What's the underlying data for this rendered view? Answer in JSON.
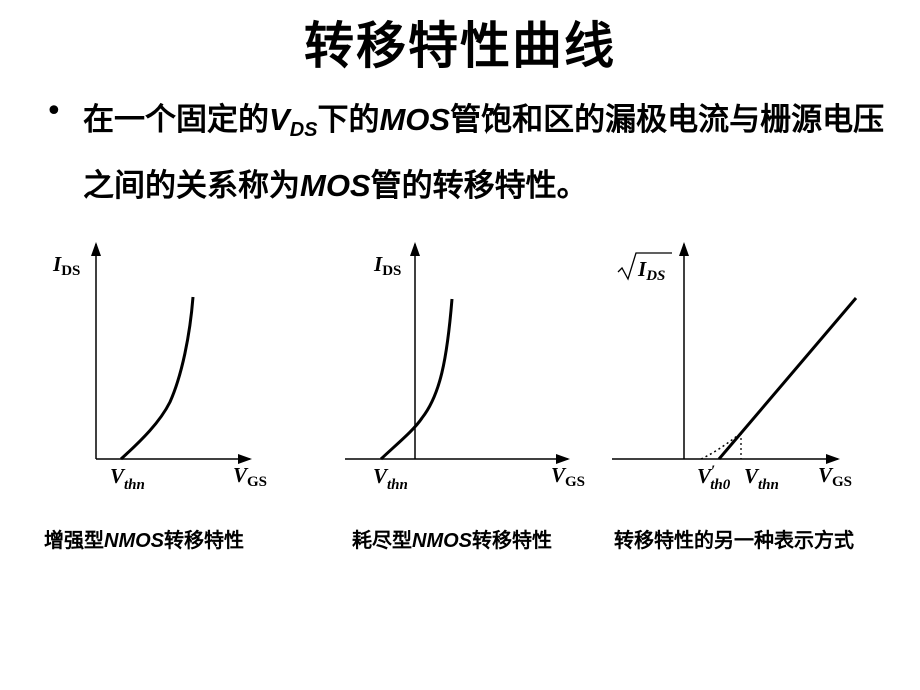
{
  "title": "转移特性曲线",
  "bullet": {
    "p1": "在一个固定的",
    "v": "V",
    "ds": "DS",
    "p2": "下的",
    "mos1": "MOS",
    "p3": "管饱和区的漏极电流与栅源电压之间的关系称为",
    "mos2": "MOS",
    "p4": "管的转移特性。"
  },
  "graphs": [
    {
      "y_axis": {
        "main": "I",
        "sub": "DS"
      },
      "x_axis": {
        "main": "V",
        "sub": "GS"
      },
      "tick": {
        "main": "V",
        "sub": "thn"
      },
      "caption": {
        "pre": "增强型",
        "em": "NMOS",
        "post": "转移特性"
      }
    },
    {
      "y_axis": {
        "main": "I",
        "sub": "DS"
      },
      "x_axis": {
        "main": "V",
        "sub": "GS"
      },
      "tick": {
        "main": "V",
        "sub": "thn"
      },
      "caption": {
        "pre": "耗尽型",
        "em": "NMOS",
        "post": "转移特性"
      }
    },
    {
      "y_axis": {
        "main": "I",
        "sub": "DS"
      },
      "x_axis": {
        "main": "V",
        "sub": "GS"
      },
      "tick1": {
        "main": "V",
        "prime": "′",
        "sub": "th0"
      },
      "tick2": {
        "main": "V",
        "sub": "thn"
      },
      "caption": {
        "pre": "转移特性的另一种表示方式",
        "em": "",
        "post": ""
      }
    }
  ]
}
